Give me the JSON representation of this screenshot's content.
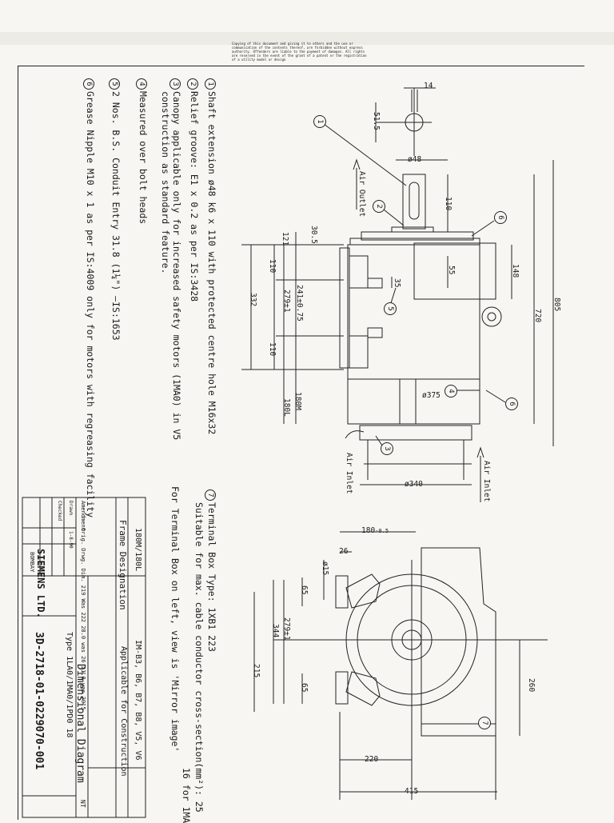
{
  "copyright": "Copying of this document and giving it to others and the use or communication of the contents thereof, are forbidden without express authority. Offenders are liable to the payment of damages. All rights are reserved in the event of the grant of a patent or the registration of a utility model or design",
  "notes": [
    {
      "num": "1",
      "text": "Shaft extension ø48 k6 x 110 with protected centre hole M16x32"
    },
    {
      "num": "2",
      "text": "Relief groove: E1 x 0.2  as per IS:3428"
    },
    {
      "num": "3",
      "text": "Canopy applicable only for increased safety motors (1MA0) in V5",
      "text2": "construction as standard feature."
    },
    {
      "num": "4",
      "text": "Measured over bolt heads"
    },
    {
      "num": "5",
      "text": "2 Nos. B.S. Conduit Entry 31.8 (1¼\") —IS:1653"
    },
    {
      "num": "6",
      "text": "Grease Nipple M10 x 1 as per IS:4009 only for motors with regreasing facility"
    }
  ],
  "terminal_notes": {
    "num": "7",
    "line1": "Terminal Box Type: 1XB1 223",
    "line2": "Suitable for max. cable conductor cross-section(mm²): 25",
    "line2b": "16 for 1MA",
    "line3": "For Terminal Box on left, view is 'Mirror image'"
  },
  "side_view": {
    "labels": {
      "air_outlet": "Air Outlet",
      "air_inlet_bottom": "Air Inlet",
      "air_inlet_right": "Air Inlet"
    },
    "dims": {
      "d14": "14",
      "d515": "51.5",
      "d48": "ø48",
      "d110_shaft": "110",
      "d805": "805",
      "d720": "720",
      "d148": "148",
      "d55": "55",
      "d35": "35",
      "d121": "121",
      "d305": "30.5",
      "d110a": "110",
      "d2412": "241±0.75",
      "d279": "279±1",
      "d110b": "110",
      "d332": "332",
      "d180m": "180M",
      "d180l": "180L",
      "d375": "ø375",
      "d340": "ø340"
    }
  },
  "end_view": {
    "dims": {
      "d180": "180",
      "d180_tol": "-0.5",
      "d26": "26",
      "d15": "ø15",
      "d65a": "65",
      "d65b": "65",
      "d344": "344",
      "d2791": "279±1",
      "d215": "215",
      "d260": "260",
      "d220": "220",
      "d415": "415"
    }
  },
  "title_block": {
    "frame_sizes": "180M/180L",
    "frame_label": "Frame Designation",
    "construction": "IM-B3, B6, B7, B8, V5, V6",
    "applicable": "Applicable for Construction",
    "company": "SIEMENS LTD.",
    "company_sub": "BOMBAY",
    "drawing_no": "3D-2718-01-0229070-001",
    "title": "Dimensional Diagram",
    "type_line": "Type 1LA0/1MA0/1PD0 18",
    "amendment": "Amendment",
    "rev_row": "Orig. Drwg.   Dim. 219 Was 222   28.0 was 26  21.0 was 20.5",
    "drawn": "Drawn",
    "checked": "Checked",
    "date": "1-8-90",
    "nt": "NT"
  }
}
